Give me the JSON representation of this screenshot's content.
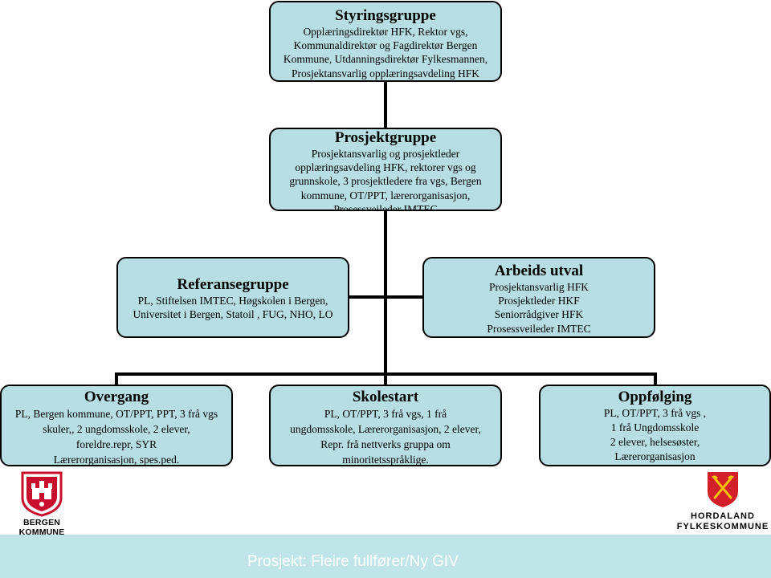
{
  "styringsgruppe": {
    "title": "Styringsgruppe",
    "lines": [
      "Opplæringsdirektør HFK, Rektor vgs,",
      "Kommunaldirektør og Fagdirektør Bergen",
      "Kommune, Utdanningsdirektør Fylkesmannen,",
      "Prosjektansvarlig opplæringsavdeling HFK"
    ]
  },
  "prosjektgruppe": {
    "title": "Prosjektgruppe",
    "lines": [
      "Prosjektansvarlig og prosjektleder",
      "opplæringsavdeling HFK,  rektorer vgs og",
      "grunnskole, 3 prosjektledere fra vgs,  Bergen",
      "kommune, OT/PPT, lærerorganisasjon,",
      "Prosessveileder IMTEC"
    ]
  },
  "referansegruppe": {
    "title": "Referansegruppe",
    "lines": [
      "PL, Stiftelsen IMTEC, Høgskolen i Bergen,",
      "Universitet i Bergen, Statoil , FUG, NHO, LO"
    ]
  },
  "arbeids_utval": {
    "title": "Arbeids utval",
    "lines": [
      "Prosjektansvarlig HFK",
      "Prosjektleder HKF",
      "Seniorrådgiver HFK",
      "Prosessveileder IMTEC"
    ]
  },
  "overgang": {
    "title": "Overgang",
    "lines": [
      "PL, Bergen kommune, OT/PPT, PPT, 3 frå vgs",
      "skuler,, 2 ungdomsskole, 2 elever,",
      "foreldre.repr, SYR",
      "Lærerorganisasjon, spes.ped."
    ]
  },
  "skolestart": {
    "title": "Skolestart",
    "lines": [
      "PL, OT/PPT, 3 frå vgs, 1 frå",
      "ungdomsskole, Lærerorganisasjon, 2 elever,",
      "Repr. frå nettverks gruppa om",
      "minoritetsspråklige."
    ]
  },
  "oppfolging": {
    "title": "Oppfølging",
    "lines": [
      "PL, OT/PPT, 3 frå vgs ,",
      "1 frå Ungdomsskole",
      "2 elever, helsesøster,",
      "Lærerorganisasjon"
    ]
  },
  "logos": {
    "bergen": "BERGEN KOMMUNE",
    "hordaland_line1": "HORDALAND",
    "hordaland_line2": "FYLKESKOMMUNE"
  },
  "footer": {
    "text": "Prosjekt: Fleire fullfører/Ny GIV"
  },
  "colors": {
    "box_fill": "#b7dfe3",
    "footer_fill": "#bfe5e8",
    "connector": "#000000"
  }
}
